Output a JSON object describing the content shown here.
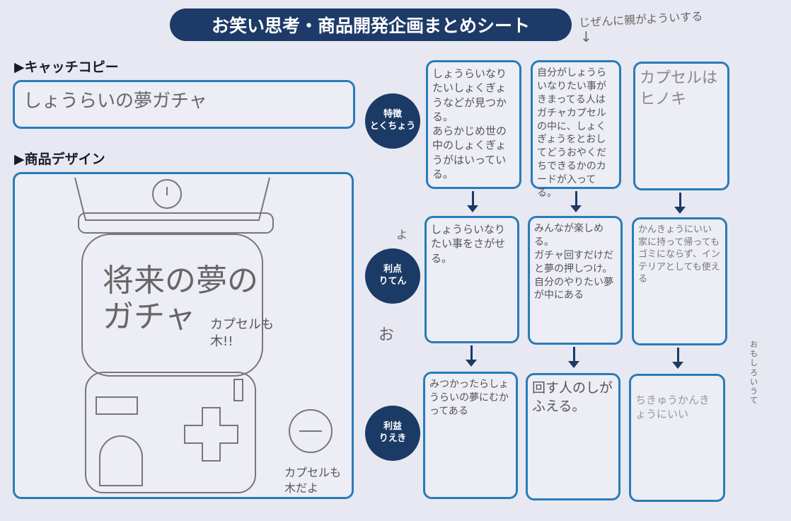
{
  "title": "お笑い思考・商品開発企画まとめシート",
  "top_note": "じぜんに親がよういする",
  "catchcopy": {
    "label": "▶キャッチコピー",
    "value": "しょうらいの夢ガチャ"
  },
  "design": {
    "label": "▶商品デザイン",
    "drawing_text_main": "将来の夢のガチャ",
    "drawing_text_side": "カプセルも木!!",
    "drawing_caption": "カプセルも木だよ"
  },
  "rows": [
    {
      "label": "特徴",
      "reading": "とくちょう",
      "cells": [
        "しょうらいなりたいしょくぎょうなどが見つかる。\nあらかじめ世の中のしょくぎょうがはいっている。",
        "自分がしょうらいなりたい事がきまってる人はガチャカプセルの中に、しょくぎょうをとおしてどうおやくだちできるかのカードが入ってる。",
        "カプセルはヒノキ"
      ]
    },
    {
      "label": "利点",
      "reading": "りてん",
      "cells": [
        "しょうらいなりたい事をさがせる。",
        "みんなが楽しめる。\nガチャ回すだけだと夢の押しつけ。自分のやりたい夢が中にある",
        "かんきょうにいい\n家に持って帰ってもゴミにならず、インテリアとしても使える"
      ]
    },
    {
      "label": "利益",
      "reading": "りえき",
      "cells": [
        "みつかったらしょうらいの夢にむかってある",
        "回す人のしがふえる。",
        "ちきゅうかんきょうにいい"
      ]
    }
  ],
  "margin_notes": [
    "よ",
    "お",
    "おもしろいうて"
  ]
}
